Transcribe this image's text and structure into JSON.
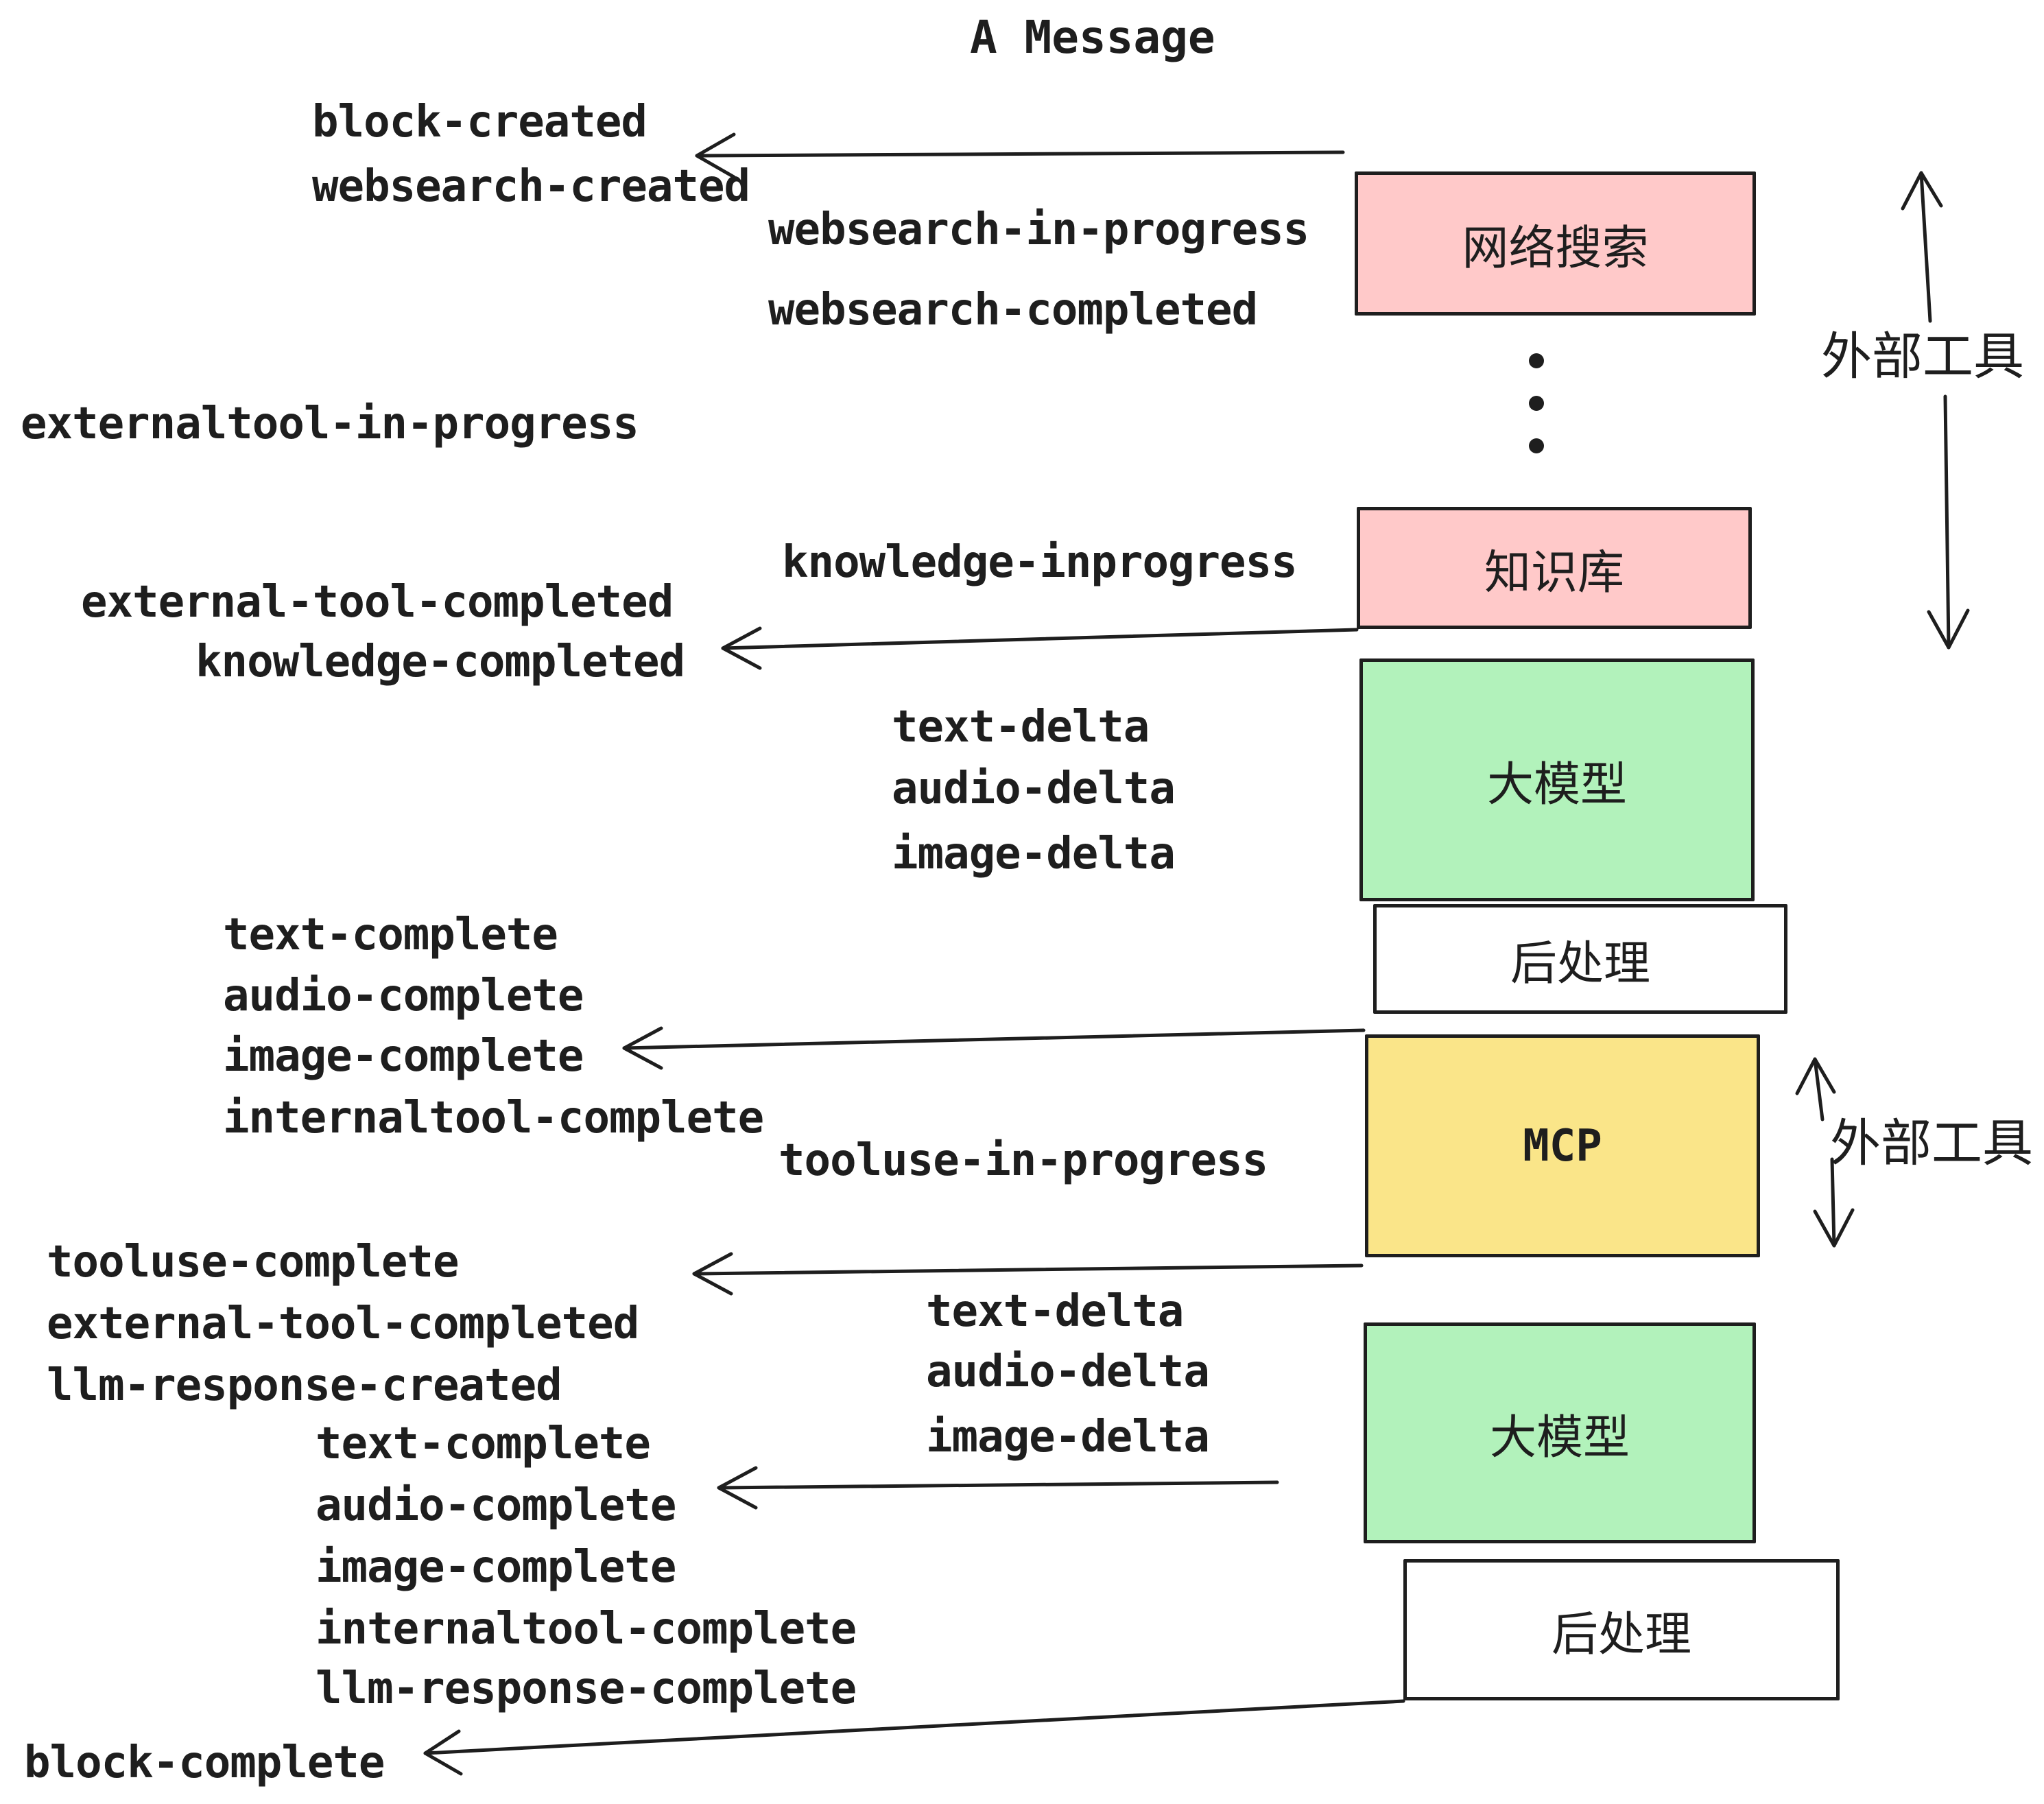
{
  "title": "A Message",
  "colors": {
    "bg": "#ffffff",
    "stroke": "#1e1e1e",
    "pink": "#ffc9c9",
    "green": "#b2f2bb",
    "yellow": "#fae589"
  },
  "events": {
    "block_created": "block-created",
    "websearch_created": "websearch-created",
    "websearch_in_progress": "websearch-in-progress",
    "websearch_completed": "websearch-completed",
    "externaltool_in_progress": "externaltool-in-progress",
    "knowledge_inprogress": "knowledge-inprogress",
    "external_tool_completed_1": "external-tool-completed",
    "knowledge_completed": "knowledge-completed",
    "text_delta_1": "text-delta",
    "audio_delta_1": "audio-delta",
    "image_delta_1": "image-delta",
    "text_complete_1": "text-complete",
    "audio_complete_1": "audio-complete",
    "image_complete_1": "image-complete",
    "internaltool_complete_1": "internaltool-complete",
    "tooluse_in_progress": "tooluse-in-progress",
    "tooluse_complete": "tooluse-complete",
    "external_tool_completed_2": "external-tool-completed",
    "llm_response_created": "llm-response-created",
    "text_delta_2": "text-delta",
    "audio_delta_2": "audio-delta",
    "image_delta_2": "image-delta",
    "text_complete_2": "text-complete",
    "audio_complete_2": "audio-complete",
    "image_complete_2": "image-complete",
    "internaltool_complete_2": "internaltool-complete",
    "llm_response_complete": "llm-response-complete",
    "block_complete": "block-complete"
  },
  "boxes": {
    "websearch": "网络搜索",
    "knowledge": "知识库",
    "llm_1": "大模型",
    "post_1": "后处理",
    "mcp": "MCP",
    "llm_2": "大模型",
    "post_2": "后处理"
  },
  "labels": {
    "external_tools_top": "外部工具",
    "external_tools_mcp": "外部工具"
  }
}
